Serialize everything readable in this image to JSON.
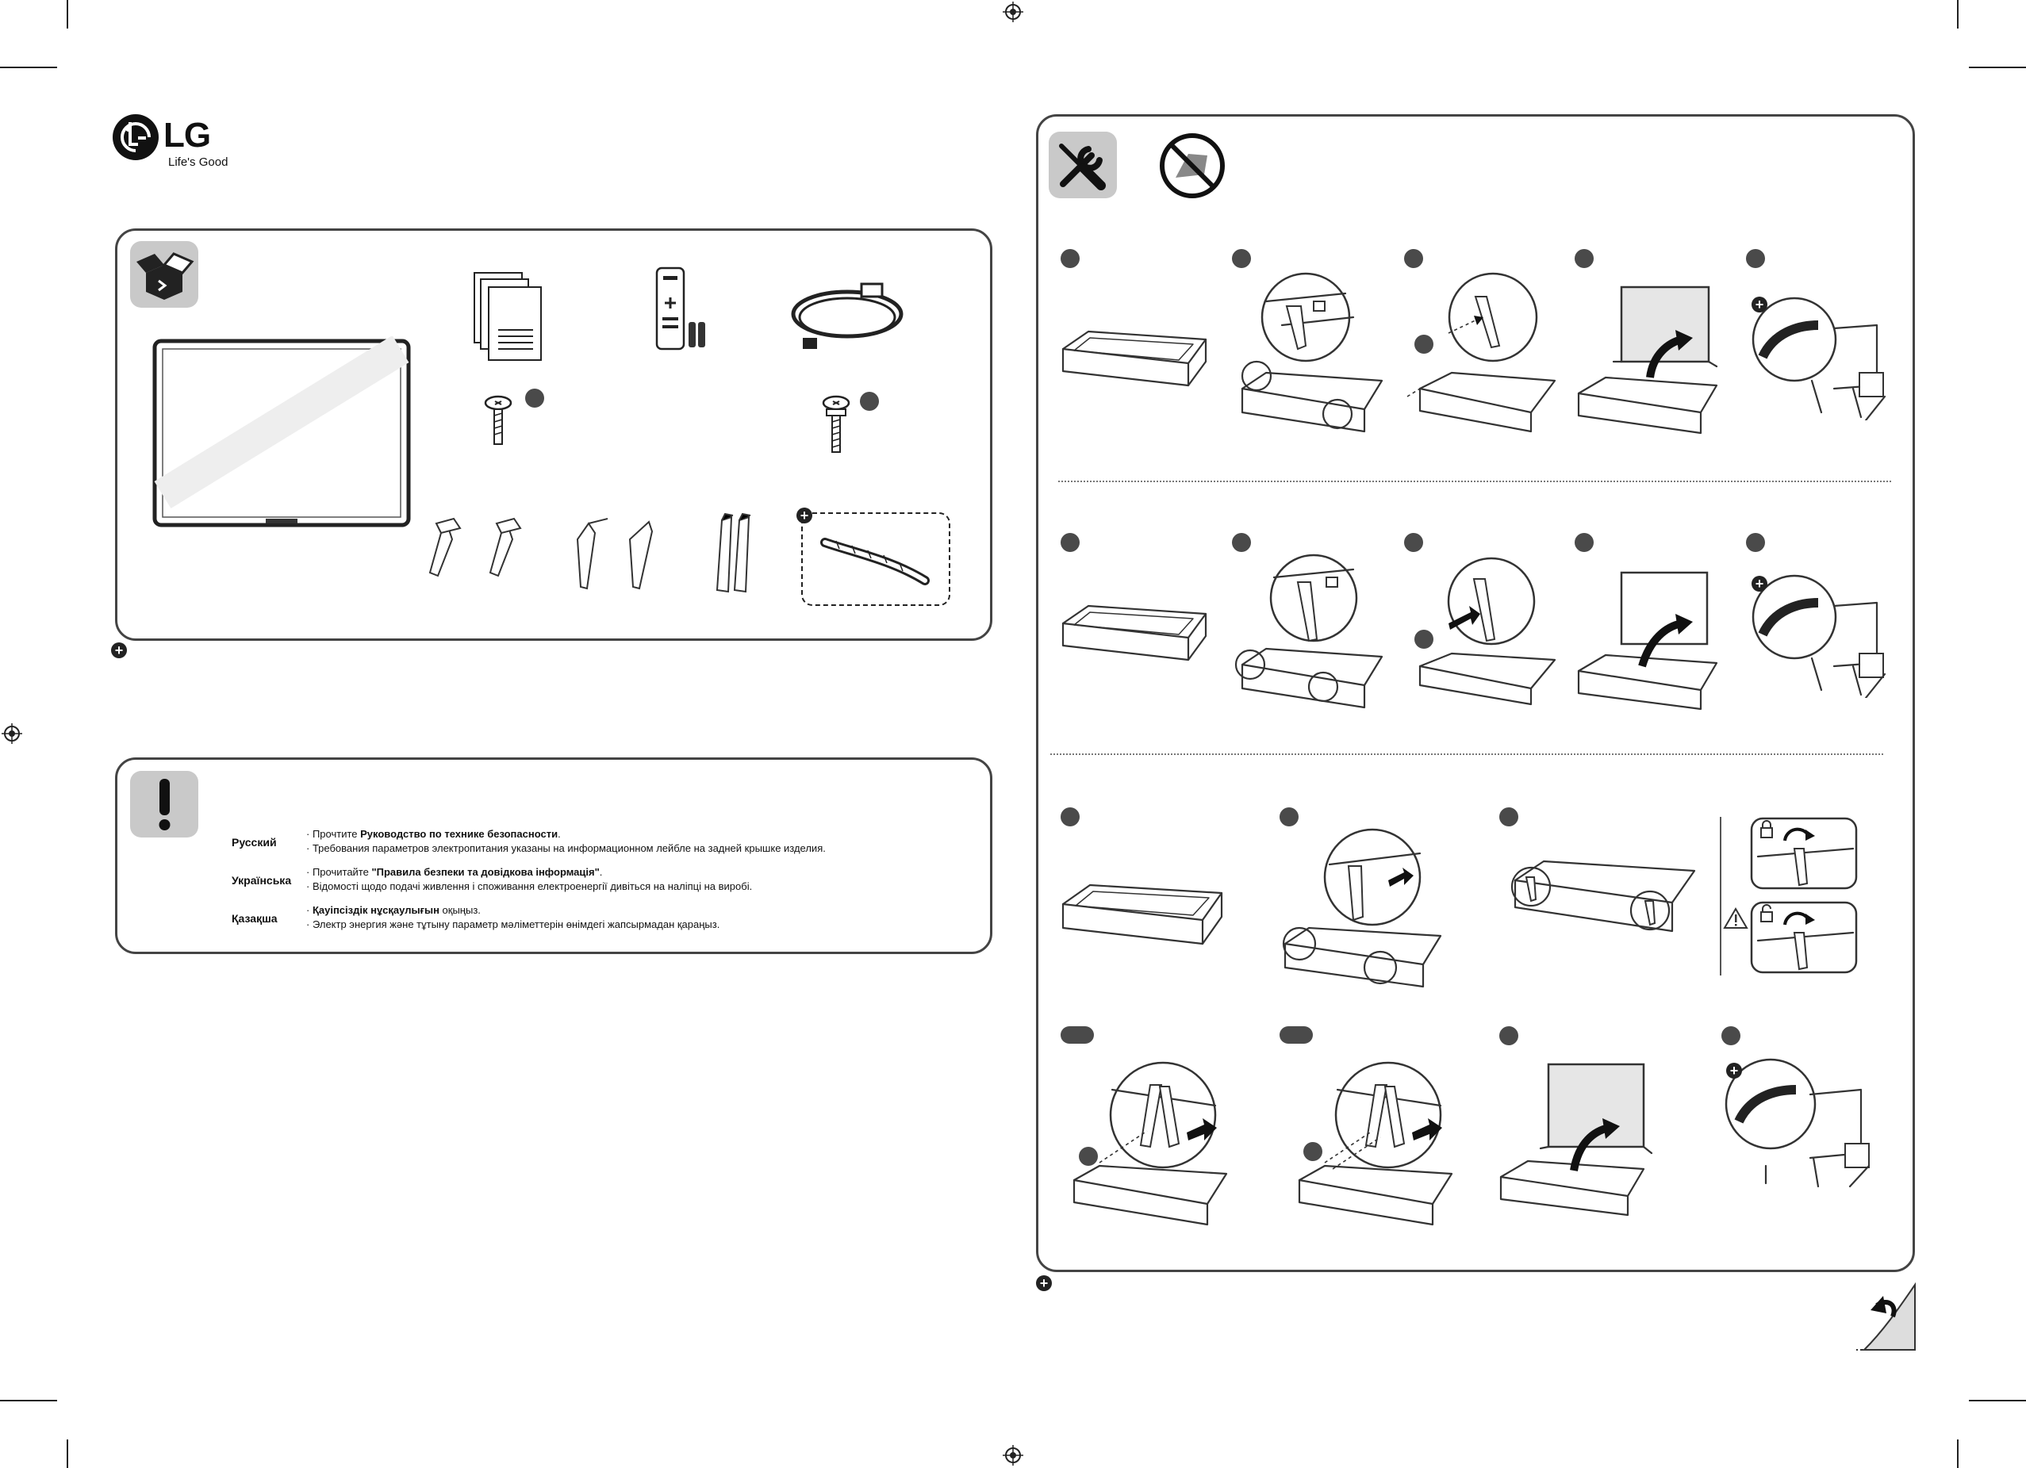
{
  "brand": {
    "logo_text": "LG",
    "tagline": "Life's Good"
  },
  "safety": {
    "rows": [
      {
        "language": "Русский",
        "lines": [
          {
            "pre": "Прочтите ",
            "bold": "Руководство по технике безопасности",
            "post": "."
          },
          {
            "pre": "Требования параметров электропитания указаны на информационном лейбле на задней крышке изделия.",
            "bold": "",
            "post": ""
          }
        ]
      },
      {
        "language": "Українська",
        "lines": [
          {
            "pre": "Прочитайте ",
            "bold": "\"Правила безпеки та довідкова інформація\"",
            "post": "."
          },
          {
            "pre": "Відомості щодо подачі живлення і споживання електроенергії дивіться на наліпці на виробі.",
            "bold": "",
            "post": ""
          }
        ]
      },
      {
        "language": "Қазақша",
        "lines": [
          {
            "pre": "",
            "bold": "Қауіпсіздік нұсқаулығын",
            "post": " оқыңыз."
          },
          {
            "pre": "Электр энергия және тұтыну параметр мәліметтерін өнімдегі жапсырмадан қараңыз.",
            "bold": "",
            "post": ""
          }
        ]
      }
    ]
  },
  "icons": {
    "box": "box-open-icon",
    "warning": "exclamation-icon",
    "tools": "wrench-screwdriver-icon",
    "no_tool": "no-power-tool-icon",
    "plus": "plus-circle-icon",
    "page_turn": "page-turn-icon",
    "registration": "registration-mark-icon"
  },
  "colors": {
    "panel_border": "#444444",
    "icon_tile": "#c9c9c9",
    "badge": "#4a4a4a"
  }
}
